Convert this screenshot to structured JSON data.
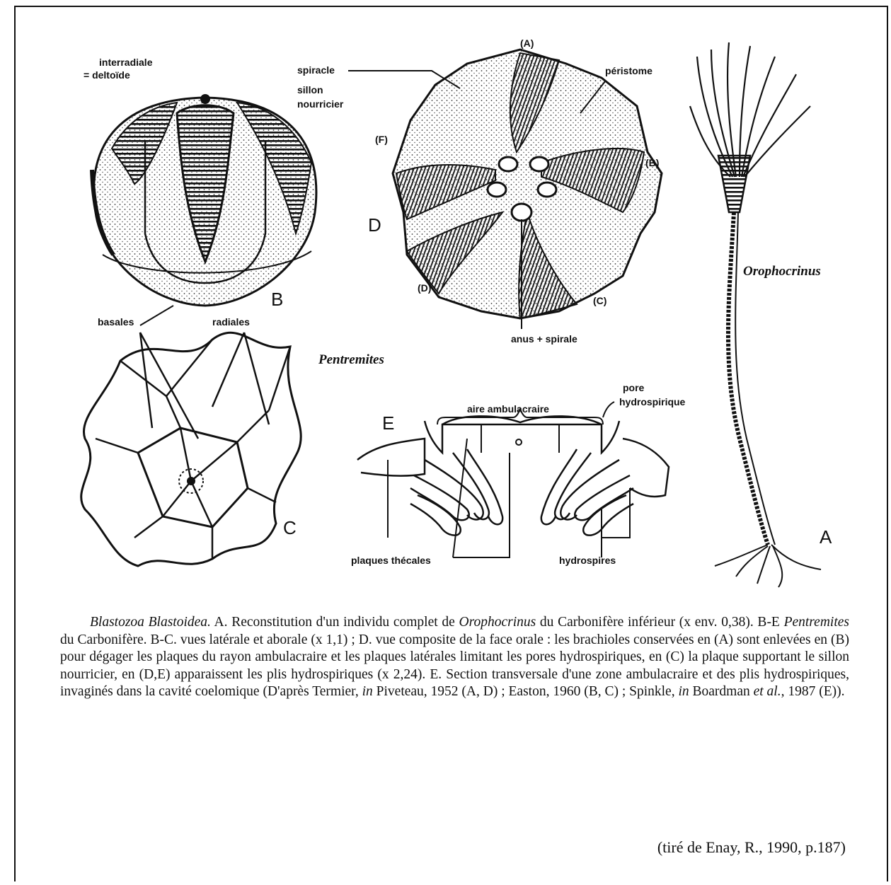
{
  "figure": {
    "panel_B": {
      "label": "B",
      "interradiale": "interradiale",
      "deltoide": "= deltoïde",
      "spiracle": "spiracle",
      "sillon_1": "sillon",
      "sillon_2": "nourricier",
      "basales": "basales",
      "radiales": "radiales"
    },
    "panel_C": {
      "label": "C"
    },
    "panel_D": {
      "label": "D",
      "ray_A": "(A)",
      "ray_B": "(B)",
      "ray_C": "(C)",
      "ray_D": "(D)",
      "ray_F": "(F)",
      "peristome": "péristome",
      "anus": "anus + spirale"
    },
    "genus_pentremites": "Pentremites",
    "panel_E": {
      "label": "E",
      "aire": "aire ambulacraire",
      "pore_1": "pore",
      "pore_2": "hydrospirique",
      "plaques": "plaques thécales",
      "hydrospires": "hydrospires"
    },
    "panel_A": {
      "label": "A",
      "genus": "Orophocrinus"
    }
  },
  "caption": {
    "taxon": "Blastozoa Blastoidea.",
    "p1": " A. Reconstitution d'un individu complet de ",
    "genus1": "Orophocrinus",
    "p2": " du Carbonifère inférieur (x env. 0,38). B-E ",
    "genus2": "Pentremites",
    "p3": " du Carbonifère. B-C. vues latérale et aborale (x 1,1) ; D. vue composite de la face orale : les brachioles conservées en (A) sont enlevées en (B) pour dégager les plaques du rayon ambulacraire et les plaques latérales limitant les pores hydrospiriques, en (C) la plaque supportant le sillon nourricier, en (D,E) apparaissent les plis hydrospiriques (x 2,24). E. Section transversale d'une zone ambulacraire et des plis hydrospiriques, invaginés dans la cavité coelomique (D'après Termier, ",
    "in1": "in",
    "p4": " Piveteau, 1952 (A, D) ; Easton, 1960 (B, C) ; Spinkle, ",
    "in2": "in",
    "p5": " Boardman ",
    "etal": "et al.",
    "p6": ", 1987 (E))."
  },
  "credit": "(tiré de Enay, R., 1990, p.187)"
}
